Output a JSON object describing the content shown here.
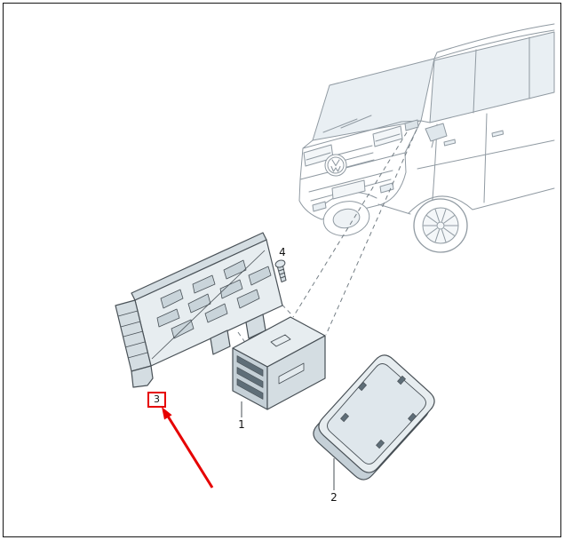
{
  "diagram": {
    "kind": "exploded-parts-illustration",
    "vehicle_icon": "van-front-three-quarter-line-art",
    "parts": [
      {
        "label": "1",
        "name": "control-module"
      },
      {
        "label": "2",
        "name": "cover-lid"
      },
      {
        "label": "3",
        "name": "mounting-bracket",
        "highlighted": true
      },
      {
        "label": "4",
        "name": "screw"
      }
    ],
    "highlight": {
      "target_label": "3",
      "indicator": "red-box-and-arrow",
      "color": "#e60000"
    },
    "colors": {
      "background": "#ffffff",
      "border": "#161616",
      "van_line": "#909aa2",
      "part_line": "#4a5258",
      "part_fill_light": "#e7edf0",
      "part_fill_mid": "#d4dde2",
      "part_fill_dark": "#c5d0d7",
      "slot_fill": "#5f6e78",
      "glass_fill": "#e9eff3",
      "highlight": "#e60000"
    }
  }
}
